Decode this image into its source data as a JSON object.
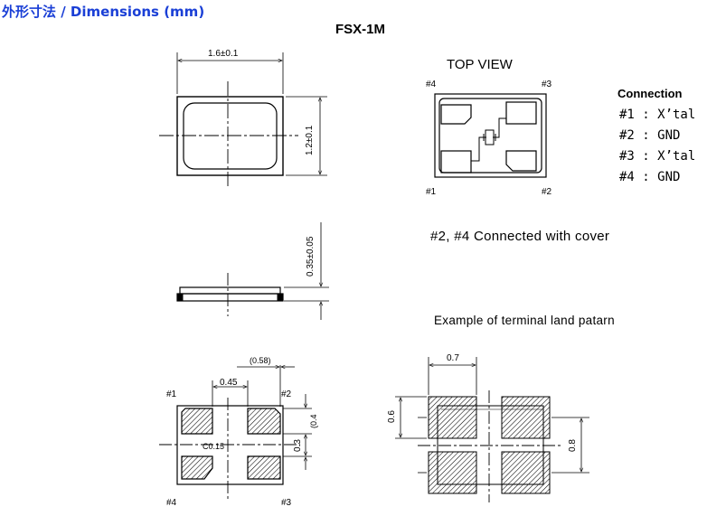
{
  "title": "外形寸法 / Dimensions (mm)",
  "model": "FSX-1M",
  "top_view": {
    "label": "TOP VIEW",
    "pins": [
      "#4",
      "#3",
      "#1",
      "#2"
    ]
  },
  "connection": {
    "title": "Connection",
    "rows": [
      "#1 : X’tal",
      "#2 : GND",
      "#3 : X’tal",
      "#4 : GND"
    ]
  },
  "cover_note": "#2, #4 Connected with cover",
  "land_note": "Example of terminal land  patarn",
  "dimensions": {
    "width": "1.6±0.1",
    "height": "1.2±0.1",
    "thickness": "0.35±0.05",
    "pad_gap": "0.45",
    "pad_pitch": "(0.58)",
    "pad_height": "(0.4",
    "pad_gap_v": "0.3",
    "chamfer": "C0.15"
  },
  "bottom_pins": [
    "#1",
    "#2",
    "#4",
    "#3"
  ],
  "land": {
    "width": "0.7",
    "height": "0.6",
    "pitch": "0.8"
  }
}
